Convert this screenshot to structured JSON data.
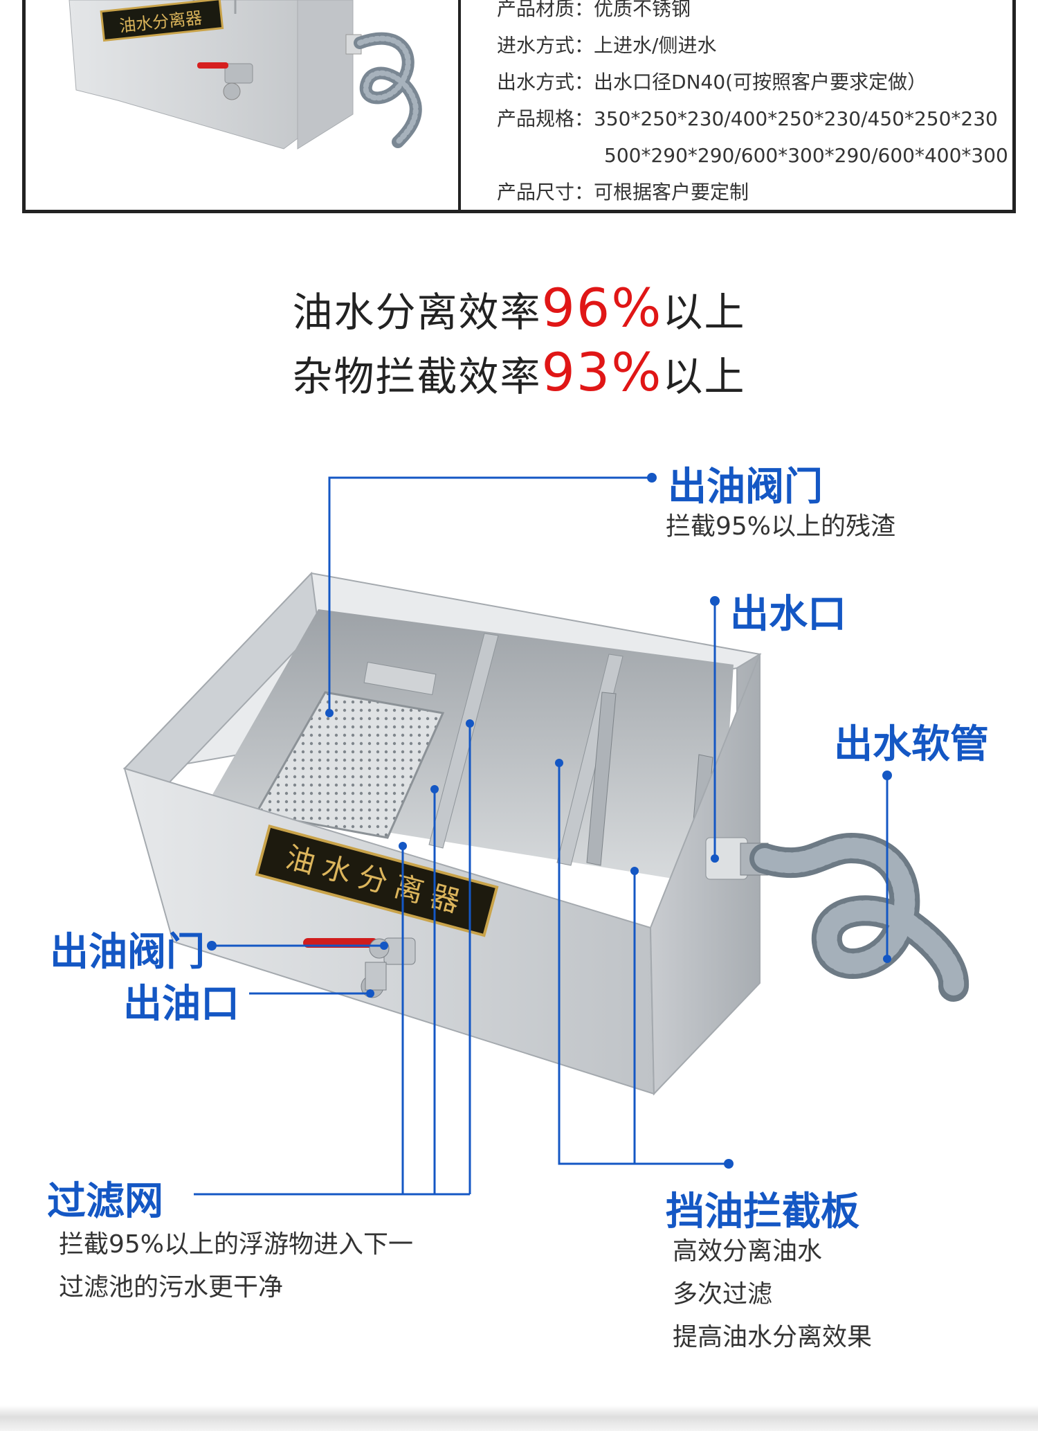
{
  "specs": [
    {
      "label": "产品材质：",
      "value": "优质不锈钢"
    },
    {
      "label": "进水方式：",
      "value": "上进水/侧进水"
    },
    {
      "label": "出水方式：",
      "value": "出水口径DN40(可按照客户要求定做）"
    },
    {
      "label": "产品规格：",
      "value": "350*250*230/400*250*230/450*250*230"
    },
    {
      "label": "",
      "value": "500*290*290/600*300*290/600*400*300"
    },
    {
      "label": "产品尺寸：",
      "value": "可根据客户要定制"
    }
  ],
  "product_label": "油水分离器",
  "headline": {
    "line1": {
      "before": "油水分离效率",
      "pct": "96%",
      "after": "以上"
    },
    "line2": {
      "before": "杂物拦截效率",
      "pct": "93%",
      "after": "以上"
    }
  },
  "callouts": {
    "oil_valve_top": {
      "title": "出油阀门",
      "desc": "拦截95%以上的残渣"
    },
    "water_outlet": {
      "title": "出水口"
    },
    "drain_hose": {
      "title": "出水软管"
    },
    "oil_valve_left": {
      "title": "出油阀门"
    },
    "oil_outlet": {
      "title": "出油口"
    },
    "filter_mesh": {
      "title": "过滤网",
      "desc": [
        "拦截95%以上的浮游物进入下一",
        "过滤池的污水更干净"
      ]
    },
    "baffle": {
      "title": "挡油拦截板",
      "desc": [
        "高效分离油水",
        "多次过滤",
        "提高油水分离效果"
      ]
    }
  },
  "colors": {
    "accent": "#1457c4",
    "highlight": "#e01616",
    "line": "#1457c4"
  }
}
